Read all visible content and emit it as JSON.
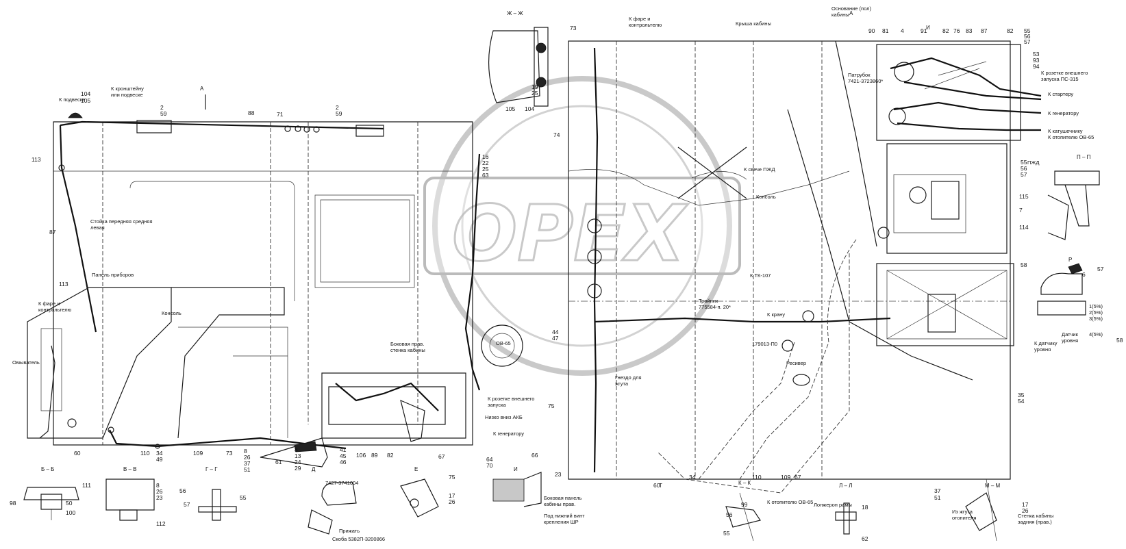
{
  "watermark": "OPEX",
  "labels": {
    "horn": "К подвеске",
    "horn2": "К кронштейну",
    "horn3": "или подвеске",
    "post": "Стойка передняя средняя",
    "post2": "левая",
    "panel": "Панель приборов",
    "console": "Консоль",
    "headlamp_left": "К фаре и",
    "headlamp_left2": "контрольтелю",
    "washer": "Омыватель",
    "side_wall": "Боковая прав.",
    "side_wall2": "стенка кабины",
    "ext_socket": "К розетке внешнего",
    "ext_socket2": "запуска",
    "akb": "Низко вниз АКБ",
    "gen_left": "К генератору",
    "bracket_part": "7427-3741004",
    "press": "Прижать",
    "clip": "Скоба 5382П-3200866",
    "side_panel": "Боковая панель",
    "side_panel2": "кабины прав.",
    "lower_bolt": "Под нижний винт",
    "lower_bolt2": "крепления ШР",
    "headlamp_top": "К фаре и",
    "headlamp_top2": "контрольтелю",
    "cab_roof": "Крыша кабины",
    "cab_base": "Основание (пол)",
    "cab_base2": "кабины",
    "nozzle": "Патрубок",
    "nozzle_part": "7421-3723860*",
    "ext_socket_right": "К розетке внешнего",
    "ext_socket_right2": "запуска ПС-315",
    "starter": "К стартеру",
    "generator": "К генератору",
    "coil": "К катушечнику",
    "heater": "К отопителю ОВ-65",
    "pzhd": "К свече ПЖД",
    "console_right": "Консоль",
    "tk": "К ТК-107",
    "tee": "Тройник",
    "tee_part": "775584-п. 20*",
    "crane": "К крану",
    "part_179013": "179013-П0",
    "receiver": "Ресивер",
    "harness_hole": "Гнездо для",
    "harness_hole2": "жгута",
    "level_sensor": "К датчику",
    "level_sensor2": "уровня",
    "sensor_level": "Датчик",
    "sensor_level2": "уровня",
    "heater_ov": "К отопителю ОВ-65",
    "frame_beam": "Лонжерон рамы",
    "from_harness": "Из жгута",
    "from_harness2": "отопителя",
    "rear_wall": "Стенка кабины",
    "rear_wall2": "задняя (прав.)",
    "ov65": "ОВ-65",
    "pzhd_tag": "ПЖД",
    "term1": "1(5%)",
    "term2": "2(5%)",
    "term3": "3(5%)",
    "term4": "4(5%)"
  },
  "sections": {
    "zh": "Ж – Ж",
    "b": "Б – Б",
    "v": "В – В",
    "g": "Г – Г",
    "d": "Д",
    "e": "Е",
    "i": "И",
    "k": "К – К",
    "l": "Л – Л",
    "m": "М – М",
    "p": "П – П",
    "r": "Р",
    "a_top": "А",
    "a_left": "А",
    "i_top": "И",
    "t": "Т"
  },
  "numbers": [
    "104",
    "105",
    "2",
    "59",
    "88",
    "71",
    "2",
    "59",
    "113",
    "87",
    "113",
    "60",
    "110",
    "34",
    "49",
    "109",
    "73",
    "8",
    "26",
    "37",
    "51",
    "61",
    "8",
    "13",
    "24",
    "29",
    "41",
    "45",
    "46",
    "106",
    "89",
    "82",
    "67",
    "16",
    "22",
    "25",
    "63",
    "19",
    "25",
    "105",
    "104",
    "74",
    "75",
    "44",
    "47",
    "111",
    "98",
    "50",
    "100",
    "8",
    "26",
    "23",
    "112",
    "56",
    "55",
    "57",
    "64",
    "70",
    "66",
    "23",
    "75",
    "17",
    "26",
    "73",
    "90",
    "81",
    "4",
    "91",
    "82",
    "76",
    "83",
    "87",
    "82",
    "55",
    "56",
    "57",
    "53",
    "93",
    "94",
    "55",
    "56",
    "57",
    "58",
    "115",
    "7",
    "114",
    "58",
    "6",
    "57",
    "35",
    "54",
    "60",
    "34",
    "110",
    "109",
    "67",
    "37",
    "51",
    "99",
    "56",
    "55",
    "18",
    "62",
    "17",
    "26"
  ]
}
